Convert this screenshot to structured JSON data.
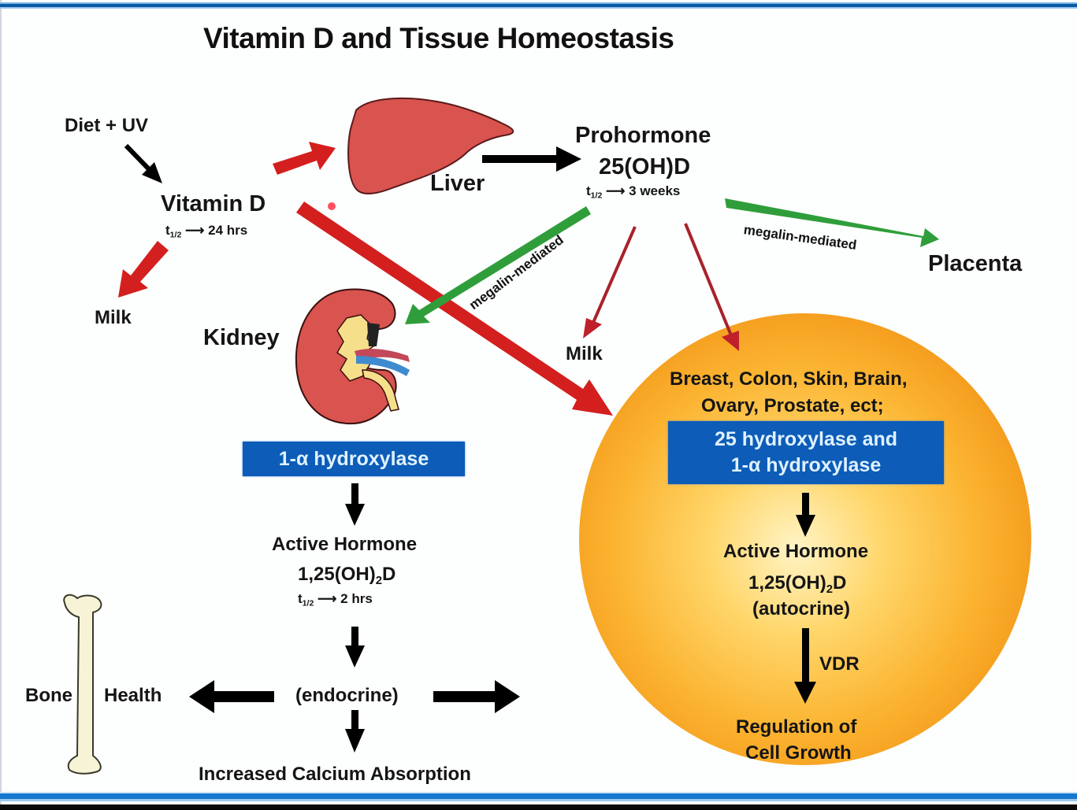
{
  "title": "Vitamin D and Tissue Homeostasis",
  "colors": {
    "header_bar": "#0c5aa6",
    "footer_bar": "#1677cf",
    "red_arrow": "#d41f1f",
    "dark_red_arrow": "#a8222a",
    "green_arrow": "#2f9e3a",
    "enzyme_box": "#0d5cb8",
    "cell_sphere": "#f7a524",
    "organ": "#d9534f"
  },
  "source": {
    "diet_uv": "Diet + UV",
    "vitamin_d": "Vitamin D",
    "half_life_label": "t",
    "half_life_sub": "1/2",
    "half_life_value": "24 hrs",
    "milk": "Milk"
  },
  "liver": {
    "label": "Liver",
    "icon": "liver-icon"
  },
  "prohormone": {
    "line1": "Prohormone",
    "line2": "25(OH)D",
    "half_life_label": "t",
    "half_life_sub": "1/2",
    "half_life_value": "3 weeks",
    "milk": "Milk",
    "placenta": "Placenta",
    "megalin_kidney": "megalin-mediated",
    "megalin_placenta": "megalin-mediated"
  },
  "kidney": {
    "label": "Kidney",
    "icon": "kidney-icon",
    "enzyme": "1-α hydroxylase",
    "active_hormone": "Active Hormone",
    "compound_main": "1,25(OH)",
    "compound_sub": "2",
    "compound_end": "D",
    "half_life_label": "t",
    "half_life_sub": "1/2",
    "half_life_value": "2 hrs",
    "mode": "(endocrine)",
    "bone_left": "Bone",
    "bone_right": "Health",
    "bone_icon": "bone-icon",
    "outcome": "Increased Calcium Absorption"
  },
  "tissues": {
    "line1": "Breast, Colon, Skin, Brain,",
    "line2": "Ovary, Prostate, ect;",
    "enzyme_line1": "25 hydroxylase and",
    "enzyme_line2": "1-α hydroxylase",
    "active_hormone": "Active Hormone",
    "compound_main": "1,25(OH)",
    "compound_sub": "2",
    "compound_end": "D",
    "mode": "(autocrine)",
    "receptor": "VDR",
    "outcome_line1": "Regulation of",
    "outcome_line2": "Cell Growth"
  }
}
